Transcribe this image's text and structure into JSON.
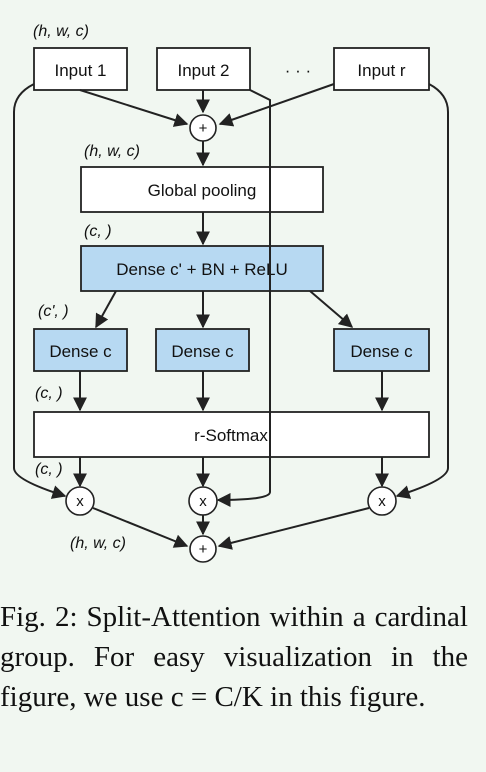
{
  "diagram": {
    "inputs": {
      "input1": "Input 1",
      "input2": "Input 2",
      "ellipsis": "· · ·",
      "inputr": "Input r"
    },
    "dims": {
      "input": "(h, w, c)",
      "sum": "(h, w, c)",
      "pooled": "(c, )",
      "dense_out": "(c', )",
      "dense_c_out": "(c, )",
      "softmax_out": "(c, )",
      "output": "(h, w, c)"
    },
    "ops": {
      "plus": "+",
      "times": "x"
    },
    "blocks": {
      "global_pooling": "Global pooling",
      "dense_main": "Dense c' + BN + ReLU",
      "dense_c_1": "Dense c",
      "dense_c_2": "Dense c",
      "dense_c_r": "Dense c",
      "softmax": "r-Softmax"
    }
  },
  "caption": {
    "text": "Fig. 2: Split-Attention within a cardinal group. For easy visualization in the figure, we use c = C/K in this figure."
  },
  "colors": {
    "background": "#f1f7f1",
    "block_fill": "#ffffff",
    "dense_fill": "#b7d9f2",
    "stroke": "#222222"
  }
}
